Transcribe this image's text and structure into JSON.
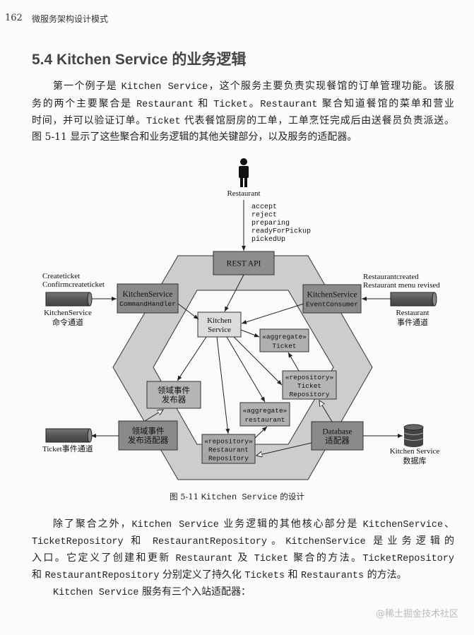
{
  "header": {
    "page_number": "162",
    "book_title": "微服务架构设计模式"
  },
  "section_title": "5.4  Kitchen Service 的业务逻辑",
  "paragraph1": [
    [
      {
        "t": "第一个例子是 "
      },
      {
        "t": "Kitchen Service",
        "c": 1
      },
      {
        "t": "，这个服务主要负责实现餐馆的订单管理功能。该服"
      }
    ],
    [
      {
        "t": "务的两个主要聚合是 "
      },
      {
        "t": "Restaurant",
        "c": 1
      },
      {
        "t": " 和 "
      },
      {
        "t": "Ticket",
        "c": 1
      },
      {
        "t": "。"
      },
      {
        "t": "Restaurant",
        "c": 1
      },
      {
        "t": " 聚合知道餐馆的菜单和营业"
      }
    ],
    [
      {
        "t": "时间，并可以验证订单。"
      },
      {
        "t": "Ticket",
        "c": 1
      },
      {
        "t": " 代表餐馆厨房的工单，工单烹饪完成后由送餐员负责派送。"
      }
    ],
    [
      {
        "t": "图 5-11 显示了这些聚合和业务逻辑的其他关键部分，以及服务的适配器。"
      }
    ]
  ],
  "diagram": {
    "actor": "Restaurant",
    "commands": [
      "accept",
      "reject",
      "preparing",
      "readyForPickup",
      "pickedUp"
    ],
    "rest_api": "REST API",
    "command_handler": [
      "KitchenService",
      "CommandHandler"
    ],
    "event_consumer": [
      "KitchenService",
      "EventConsumer"
    ],
    "kitchen_service": [
      "Kitchen",
      "Service"
    ],
    "ticket_aggregate": [
      "«aggregate»",
      "Ticket"
    ],
    "ticket_repository": [
      "«repository»",
      "Ticket",
      "Repository"
    ],
    "event_publisher": [
      "领域事件",
      "发布器"
    ],
    "restaurant_aggregate": [
      "«aggregate»",
      "restaurant"
    ],
    "event_publisher_adapter": [
      "领域事件",
      "发布适配器"
    ],
    "restaurant_repository": [
      "«repository»",
      "Restaurant",
      "Repository"
    ],
    "database_adapter": [
      "Database",
      "适配器"
    ],
    "left_channel_messages": [
      "Createticket",
      "Confirmcreateticket"
    ],
    "left_channel_label": [
      "KitchenService",
      "命令通道"
    ],
    "right_channel_messages": [
      "Restaurantcreated",
      "Restaurant menu revised"
    ],
    "right_channel_label": [
      "Restaurant",
      "事件通道"
    ],
    "ticket_channel_label": "Ticket事件通道",
    "database_label": [
      "Kitchen Service",
      "数据库"
    ]
  },
  "caption": [
    {
      "t": "图 5-11   "
    },
    {
      "t": "Kitchen Service",
      "c": 1
    },
    {
      "t": " 的设计"
    }
  ],
  "paragraph2": [
    [
      {
        "t": "除了聚合之外，"
      },
      {
        "t": "Kitchen  Service",
        "c": 1
      },
      {
        "t": " 业务逻辑的其他核心部分是 "
      },
      {
        "t": "KitchenService",
        "c": 1
      },
      {
        "t": "、"
      }
    ],
    [
      {
        "t": "TicketRepository",
        "c": 1
      },
      {
        "t": " 和 "
      },
      {
        "t": "RestaurantRepository",
        "c": 1
      },
      {
        "t": "。"
      },
      {
        "t": "KitchenService",
        "c": 1
      },
      {
        "t": " 是业务逻辑的"
      }
    ],
    [
      {
        "t": "入口。它定义了创建和更新 "
      },
      {
        "t": "Restaurant",
        "c": 1
      },
      {
        "t": " 及 "
      },
      {
        "t": "Ticket",
        "c": 1
      },
      {
        "t": " 聚合的方法。"
      },
      {
        "t": "TicketRepository",
        "c": 1
      }
    ],
    [
      {
        "t": "和  "
      },
      {
        "t": "RestaurantRepository",
        "c": 1
      },
      {
        "t": " 分别定义了持久化 "
      },
      {
        "t": "Tickets",
        "c": 1
      },
      {
        "t": " 和 "
      },
      {
        "t": "Restaurants",
        "c": 1
      },
      {
        "t": " 的方法。"
      }
    ]
  ],
  "paragraph3": [
    {
      "t": "Kitchen Service",
      "c": 1
    },
    {
      "t": " 服务有三个入站适配器："
    }
  ],
  "watermark": "@稀土掘金技术社区"
}
